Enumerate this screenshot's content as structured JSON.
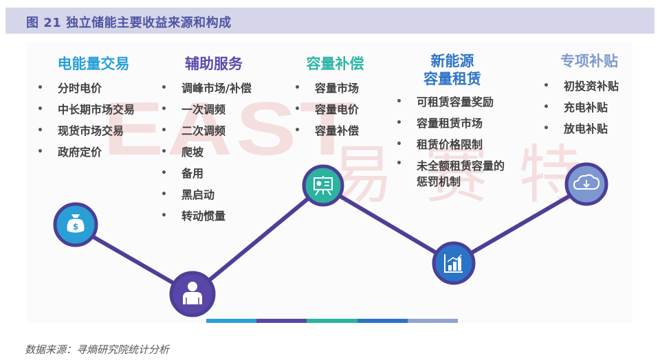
{
  "figure": {
    "title": "图 21 独立储能主要收益来源和构成",
    "source": "数据来源：寻熵研究院统计分析",
    "watermark": {
      "latin": "EAST",
      "cn": "易 赛 特"
    }
  },
  "columns": [
    {
      "title": "电能量交易",
      "title_color": "#2b9fd8",
      "icon": "money-bag-icon",
      "node_color": "#2a9fd6",
      "items": [
        "分时电价",
        "中长期市场交易",
        "现货市场交易",
        "政府定价"
      ]
    },
    {
      "title": "辅助服务",
      "title_color": "#5b4aa8",
      "icon": "person-icon",
      "node_color": "#5a46a6",
      "items": [
        "调峰市场/补偿",
        "一次调频",
        "二次调频",
        "爬坡",
        "备用",
        "黑启动",
        "转动惯量"
      ]
    },
    {
      "title": "容量补偿",
      "title_color": "#2fb5a3",
      "icon": "presentation-board-icon",
      "node_color": "#2bb39f",
      "items": [
        "容量市场",
        "容量电价",
        "容量补偿"
      ]
    },
    {
      "title_line1": "新能源",
      "title_line2": "容量租赁",
      "title_color": "#2e74c4",
      "icon": "bar-chart-icon",
      "node_color": "#2b73c6",
      "items": [
        "可租赁容量奖励",
        "容量租赁市场",
        "租赁价格限制",
        "未全额租赁容量的",
        "惩罚机制"
      ]
    },
    {
      "title": "专项补贴",
      "title_color": "#7f99cc",
      "icon": "cloud-icon",
      "node_color": "#7f97d0",
      "items": [
        "初投资补贴",
        "充电补贴",
        "放电补贴"
      ]
    }
  ],
  "connector_color": "#4b3f96",
  "bottom_bar_colors": [
    "#2a9fd6",
    "#5a46a6",
    "#2bb39f",
    "#2b73c6",
    "#8fa3cf"
  ]
}
